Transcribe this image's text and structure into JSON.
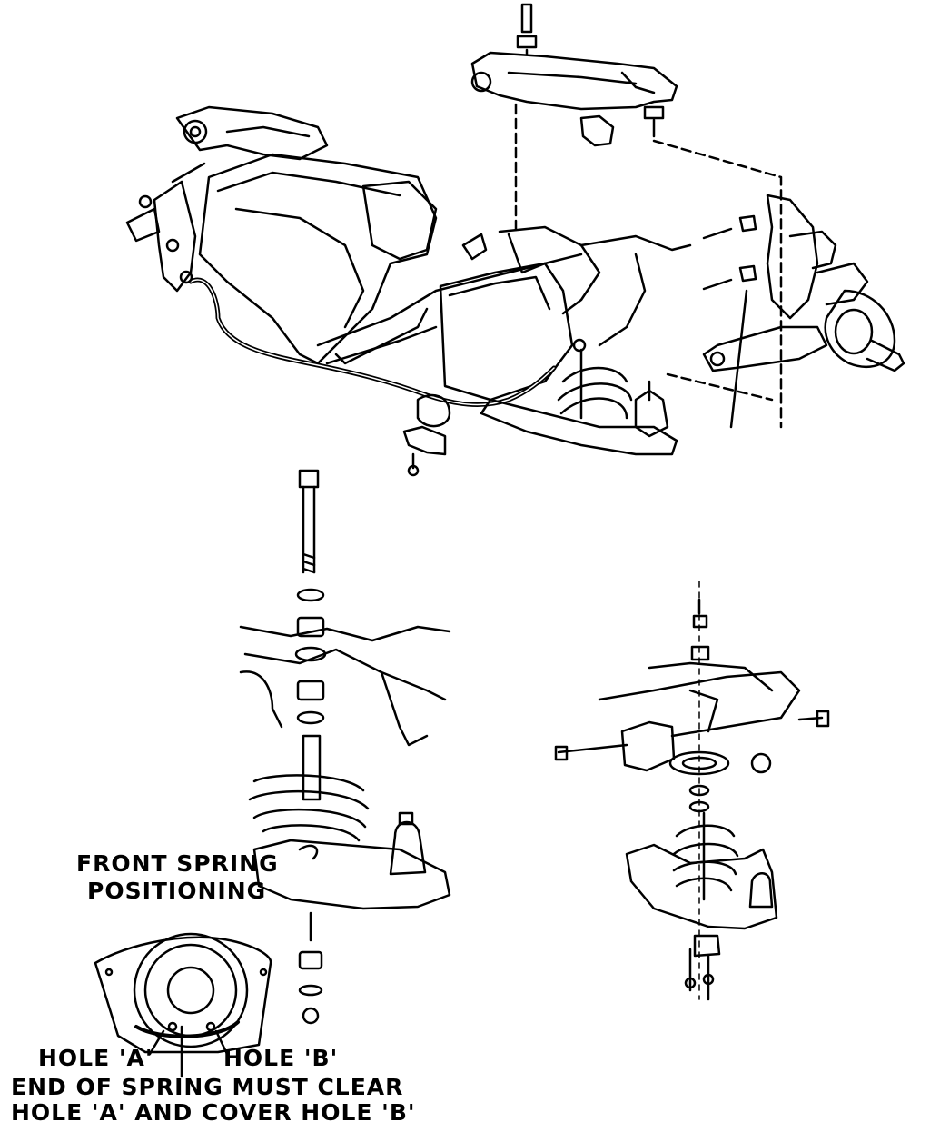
{
  "labels": {
    "front_spring_1": "FRONT SPRING",
    "front_spring_2": "POSITIONING",
    "hole_a": "HOLE 'A'",
    "hole_b": "HOLE 'B'",
    "note_1": "END OF SPRING MUST CLEAR",
    "note_2": "HOLE 'A' AND COVER HOLE 'B'"
  },
  "colors": {
    "ink": "#000000",
    "paper": "#ffffff"
  }
}
